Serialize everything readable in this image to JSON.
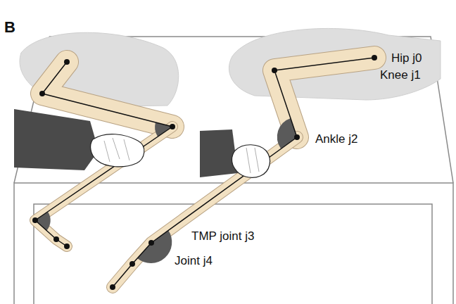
{
  "diagram": {
    "labels": [
      "B",
      "Hip j0",
      "Knee j1",
      "Ankle j2",
      "TMP joint j3",
      "Joint j4"
    ]
  }
}
